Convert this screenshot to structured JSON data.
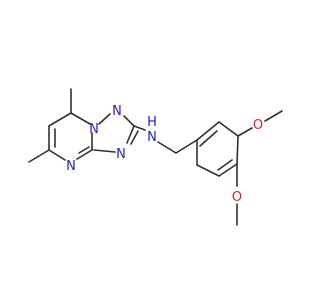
{
  "colors": {
    "background": "#ffffff",
    "bond": "#303030",
    "nitrogen": "#2020e0",
    "oxygen": "#e02020"
  },
  "atoms": {
    "n_bridge": "N",
    "n_triazole_top": "N",
    "n_triazole_bottom": "N",
    "n_pyrimidine": "N",
    "nh_n": "N",
    "nh_h": "H",
    "o_upper": "O",
    "o_lower": "O"
  }
}
